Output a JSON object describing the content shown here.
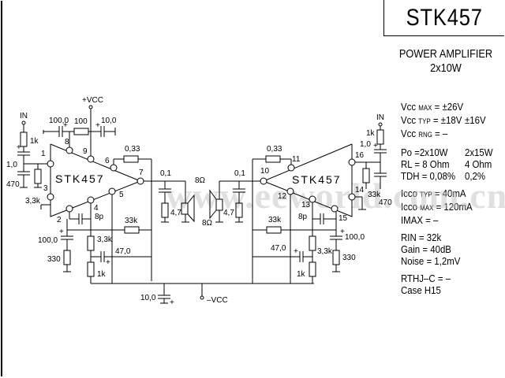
{
  "title": "STK457",
  "subtitle": {
    "line1": "POWER AMPLIFIER",
    "line2": "2x10W"
  },
  "specs": {
    "vcc_max": {
      "label": "Vcc",
      "sub": "MAX",
      "value": "= ±26V",
      "alt": ""
    },
    "vcc_typ": {
      "label": "Vcc",
      "sub": "TYP",
      "value": "= ±18V",
      "alt": "±16V"
    },
    "vcc_rng": {
      "label": "Vcc",
      "sub": "RNG",
      "value": "= –",
      "alt": ""
    },
    "po": {
      "label": "Po",
      "value": "=2x10W",
      "alt": "2x15W"
    },
    "rl": {
      "label": "RL",
      "value": "= 8 Ohm",
      "alt": "4 Ohm"
    },
    "tdh": {
      "label": "TDH",
      "value": "= 0,08%",
      "alt": "0,2%"
    },
    "icco_typ": {
      "label": "Icco",
      "sub": "TYP",
      "value": "= 40mA"
    },
    "icco_max": {
      "label": "Icco",
      "sub": "MAX",
      "value": "= 120mA"
    },
    "imax": {
      "label": "IMAX",
      "value": "=    –"
    },
    "rin": {
      "label": "RIN",
      "value": "= 32k"
    },
    "gain": {
      "label": "Gain",
      "value": "= 40dB"
    },
    "noise": {
      "label": "Noise",
      "value": "= 1,2mV"
    },
    "rthj": {
      "label": "RTHJ–C",
      "value": "= –"
    },
    "case": {
      "label": "Case",
      "value": "H15"
    }
  },
  "schematic": {
    "chip_label": "STK457",
    "supply_pos": "+VCC",
    "supply_neg": "–VCC",
    "input_label": "IN",
    "left": {
      "pins": [
        "1",
        "2",
        "3",
        "4",
        "5",
        "6",
        "7",
        "8",
        "9"
      ],
      "components": {
        "r_in": "1k",
        "c_in": "1,0",
        "c_in2": "470",
        "r_bias": "3,3k",
        "c_boot": "100,0",
        "r_vcc": "100",
        "c_vcc": "10,0",
        "r_emit": "0,33",
        "c_comp": "8p",
        "r_fb": "33k",
        "c_fb": "100,0",
        "r_fb2": "330",
        "r_div": "3,3k",
        "c_div": "47,0",
        "r_div2": "1k"
      }
    },
    "right": {
      "pins": [
        "10",
        "11",
        "12",
        "13",
        "14",
        "15",
        "16"
      ],
      "components": {
        "r_in": "1k",
        "c_in": "1,0",
        "c_in2": "470",
        "r_bias": "33k",
        "r_emit": "0,33",
        "c_comp": "8p",
        "r_fb": "33k",
        "c_fb": "100,0",
        "r_fb2": "330",
        "r_div": "3,3k",
        "c_div": "47,0",
        "r_div2": "1k"
      }
    },
    "output": {
      "c_zobel": "0,1",
      "r_zobel": "4,7",
      "speaker": "8Ω"
    },
    "c_supply": "10,0"
  },
  "watermark": "www.eeworld.com.cn"
}
